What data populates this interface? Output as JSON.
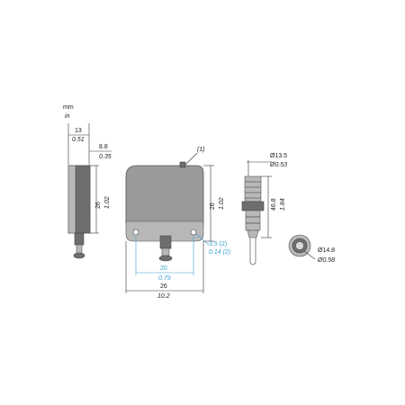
{
  "units": {
    "primary": "mm",
    "secondary": "in"
  },
  "side_view": {
    "depth_mm": "13",
    "depth_in": "0.51",
    "offset_mm": "8.8",
    "offset_in": "0.35",
    "height_mm": "26",
    "height_in": "1.02"
  },
  "front_view": {
    "note_marker": "(1)",
    "height_mm": "26",
    "height_in": "1.02",
    "hole_mm": "3.5 (2)",
    "hole_in": "0.14 (2)",
    "hole_spacing_mm": "20",
    "hole_spacing_in": "0.79",
    "width_mm": "26",
    "width_in": "10.2"
  },
  "connector_view": {
    "diameter_mm": "Ø13.5",
    "diameter_in": "Ø0.53",
    "length_mm": "46.8",
    "length_in": "1.84"
  },
  "end_view": {
    "diameter_mm": "Ø14.8",
    "diameter_in": "Ø0.58"
  }
}
